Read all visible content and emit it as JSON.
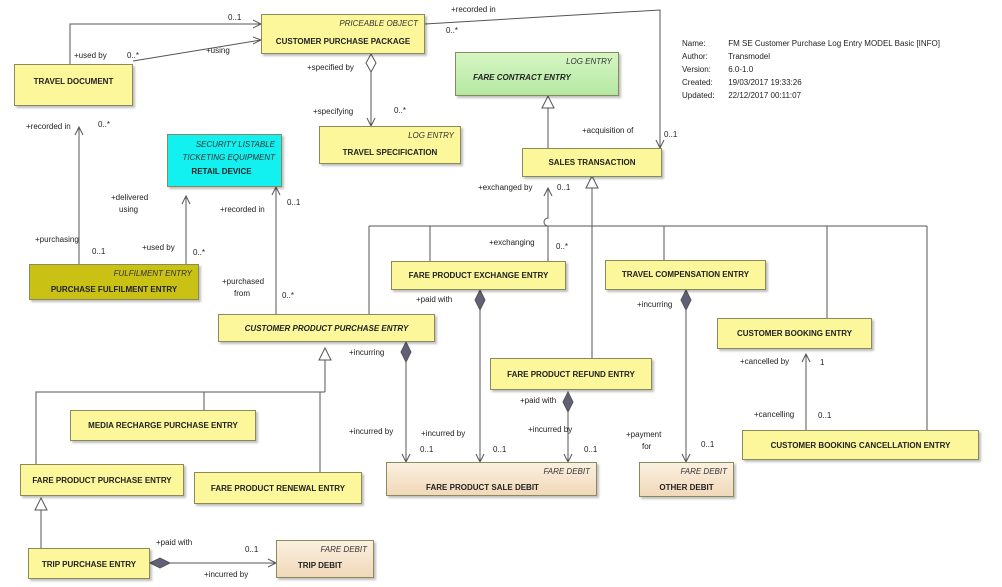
{
  "info": {
    "name_label": "Name:",
    "name": "FM SE Customer Purchase Log Entry MODEL Basic [INFO]",
    "author_label": "Author:",
    "author": "Transmodel",
    "version_label": "Version:",
    "version": "6.0-1.0",
    "created_label": "Created:",
    "created": "19/03/2017 19:33:26",
    "updated_label": "Updated:",
    "updated": "22/12/2017 00:11:07"
  },
  "classes": {
    "customer_purchase_package": {
      "stereotype": "PRICEABLE OBJECT",
      "name": "CUSTOMER PURCHASE PACKAGE"
    },
    "travel_document": {
      "name": "TRAVEL DOCUMENT"
    },
    "fare_contract_entry": {
      "stereotype": "LOG ENTRY",
      "name": "FARE CONTRACT ENTRY"
    },
    "travel_specification": {
      "stereotype": "LOG ENTRY",
      "name": "TRAVEL SPECIFICATION"
    },
    "retail_device": {
      "stereotype_1": "SECURITY LISTABLE",
      "stereotype_2": "TICKETING EQUIPMENT",
      "name": "RETAIL DEVICE"
    },
    "sales_transaction": {
      "name": "SALES TRANSACTION"
    },
    "purchase_fulfilment_entry": {
      "stereotype": "FULFILMENT ENTRY",
      "name": "PURCHASE FULFILMENT ENTRY"
    },
    "fare_product_exchange_entry": {
      "name": "FARE PRODUCT EXCHANGE ENTRY"
    },
    "travel_compensation_entry": {
      "name": "TRAVEL COMPENSATION ENTRY"
    },
    "customer_product_purchase_entry": {
      "name": "CUSTOMER PRODUCT PURCHASE ENTRY"
    },
    "customer_booking_entry": {
      "name": "CUSTOMER BOOKING ENTRY"
    },
    "fare_product_refund_entry": {
      "name": "FARE PRODUCT REFUND ENTRY"
    },
    "media_recharge_purchase_entry": {
      "name": "MEDIA RECHARGE PURCHASE ENTRY"
    },
    "customer_booking_cancellation_entry": {
      "name": "CUSTOMER BOOKING CANCELLATION ENTRY"
    },
    "fare_product_purchase_entry": {
      "name": "FARE PRODUCT PURCHASE ENTRY"
    },
    "fare_product_renewal_entry": {
      "name": "FARE PRODUCT RENEWAL ENTRY"
    },
    "fare_product_sale_debit": {
      "stereotype": "FARE DEBIT",
      "name": "FARE PRODUCT SALE DEBIT"
    },
    "other_debit": {
      "stereotype": "FARE DEBIT",
      "name": "OTHER DEBIT"
    },
    "trip_purchase_entry": {
      "name": "TRIP PURCHASE ENTRY"
    },
    "trip_debit": {
      "stereotype": "FARE DEBIT",
      "name": "TRIP DEBIT"
    }
  },
  "labels": {
    "pkg_mult_top": "0..1",
    "recorded_in_top": "+recorded in",
    "pkg_mult_right": "0..*",
    "used_by": "+used by",
    "td_mult": "0..*",
    "using": "+using",
    "specified_by": "+specified by",
    "specifying": "+specifying",
    "spec_mult": "0..*",
    "acquisition_of": "+acquisition of",
    "acq_mult": "0..1",
    "recorded_in_td": "+recorded in",
    "td_mult_2": "0..*",
    "delivered": "+delivered",
    "using_2": "using",
    "recorded_in_rd": "+recorded in",
    "rd_mult": "0..1",
    "exchanged_by": "+exchanged by",
    "st_mult": "0..1",
    "purchasing": "+purchasing",
    "pf_mult": "0..1",
    "used_by_2": "+used by",
    "rd_mult_2": "0..*",
    "exchanging": "+exchanging",
    "fpe_mult": "0..*",
    "purchased": "+purchased",
    "from": "from",
    "cppe_mult": "0..*",
    "paid_with_1": "+paid with",
    "incurring_1": "+incurring",
    "incurring_2": "+incurring",
    "cancelled_by": "+cancelled by",
    "cbe_mult": "1",
    "paid_with_2": "+paid with",
    "cancelling": "+cancelling",
    "cbce_mult": "0..1",
    "incurred_by_1": "+incurred by",
    "incurred_by_2": "+incurred by",
    "incurred_by_3": "+incurred by",
    "payment": "+payment",
    "for": "for",
    "fpsd_mult_1": "0..1",
    "fpsd_mult_2": "0..1",
    "fpsd_mult_3": "0..1",
    "od_mult": "0..1",
    "paid_with_3": "+paid with",
    "trip_mult": "0..1",
    "incurred_by_4": "+incurred by"
  }
}
